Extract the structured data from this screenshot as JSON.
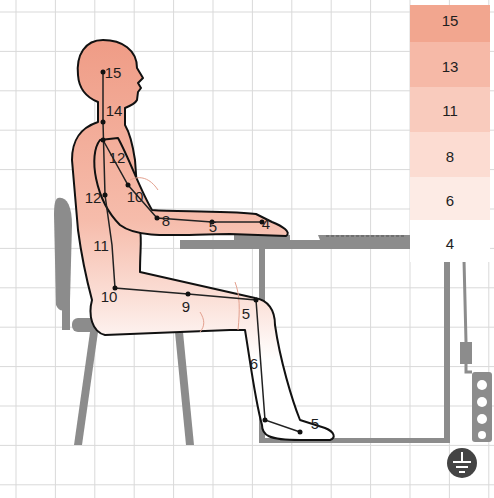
{
  "diagram": {
    "labels": [
      "15",
      "14",
      "12",
      "12",
      "10",
      "8",
      "5",
      "4",
      "11",
      "10",
      "9",
      "5",
      "6",
      "5"
    ],
    "legend": [
      {
        "text": "15",
        "color": "#f2a68f"
      },
      {
        "text": "13",
        "color": "#f6b9a7"
      },
      {
        "text": "11",
        "color": "#f9cbbd"
      },
      {
        "text": "8",
        "color": "#fcdcd2"
      },
      {
        "text": "6",
        "color": "#fdebe5"
      },
      {
        "text": "4",
        "color": "#ffffff"
      }
    ]
  }
}
